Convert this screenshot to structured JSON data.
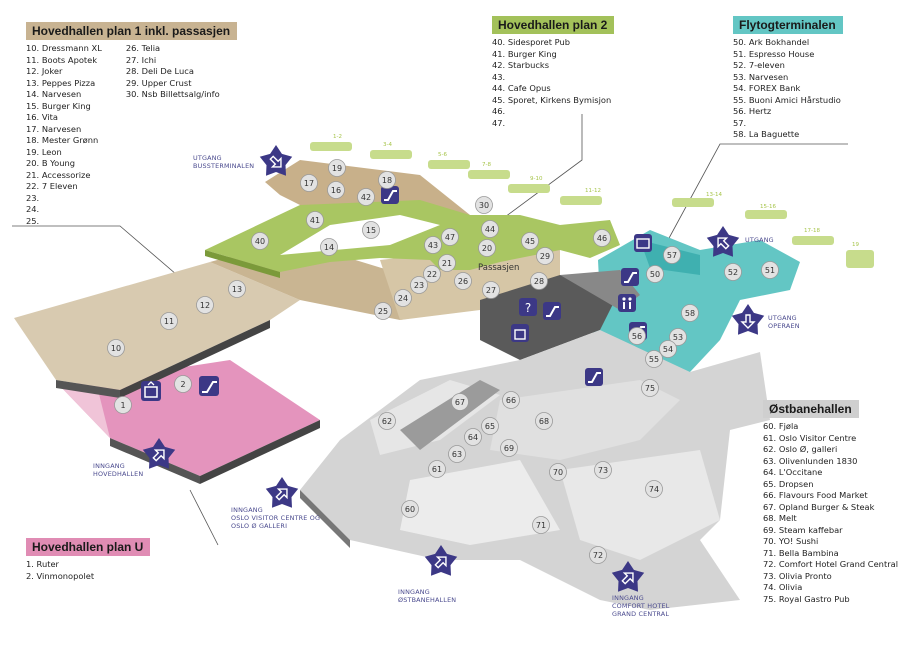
{
  "colors": {
    "plan1": "#c8b392",
    "plan2": "#a3c15a",
    "flytog": "#63c6c4",
    "planU": "#e08cb4",
    "ostbane": "#d0d0d0",
    "entrance": "#3c3886",
    "train": "#c7dc8c"
  },
  "sections": {
    "plan1": {
      "title": "Hovedhallen plan 1 inkl. passasjen",
      "col1": [
        "10. Dressmann XL",
        "11. Boots Apotek",
        "12. Joker",
        "13. Peppes Pizza",
        "14. Narvesen",
        "15. Burger King",
        "16. Vita",
        "17. Narvesen",
        "18. Mester Grønn",
        "19. Leon",
        "20. B Young",
        "21. Accessorize",
        "22. 7 Eleven",
        "23.",
        "24.",
        "25."
      ],
      "col2": [
        "26. Telia",
        "27. Ichi",
        "28. Deli De Luca",
        "29. Upper Crust",
        "30. Nsb Billettsalg/info"
      ]
    },
    "plan2": {
      "title": "Hovedhallen plan 2",
      "items": [
        "40. Sidesporet Pub",
        "41. Burger King",
        "42. Starbucks",
        "43.",
        "44. Cafe Opus",
        "45. Sporet, Kirkens Bymisjon",
        "46.",
        "47."
      ]
    },
    "flytog": {
      "title": "Flytogterminalen",
      "items": [
        "50. Ark Bokhandel",
        "51. Espresso House",
        "52. 7-eleven",
        "53. Narvesen",
        "54. FOREX Bank",
        "55. Buoni Amici Hårstudio",
        "56. Hertz",
        "57.",
        "58. La Baguette"
      ]
    },
    "ostbane": {
      "title": "Østbanehallen",
      "items": [
        "60. Fjøla",
        "61. Oslo Visitor Centre",
        "62. Oslo Ø, galleri",
        "63. Olivenlunden 1830",
        "64. L'Occitane",
        "65. Dropsen",
        "66. Flavours Food Market",
        "67. Opland Burger & Steak",
        "68. Melt",
        "69. Steam kaffebar",
        "70. YO! Sushi",
        "71. Bella Bambina",
        "72. Comfort Hotel Grand Central",
        "73. Olivia Pronto",
        "74. Olivia",
        "75. Royal Gastro Pub"
      ]
    },
    "planU": {
      "title": "Hovedhallen plan U",
      "items": [
        "1. Ruter",
        "2. Vinmonopolet"
      ]
    }
  },
  "map": {
    "passasjen": "Passasjen",
    "entrances": [
      {
        "id": "bussterminalen",
        "lines": [
          "UTGANG",
          "BUSSTERMINALEN"
        ]
      },
      {
        "id": "flytog",
        "lines": [
          "UTGANG"
        ]
      },
      {
        "id": "operaen",
        "lines": [
          "UTGANG",
          "OPERAEN"
        ]
      },
      {
        "id": "hovedhallen",
        "lines": [
          "INNGANG",
          "HOVEDHALLEN"
        ]
      },
      {
        "id": "visitor",
        "lines": [
          "INNGANG",
          "OSLO VISITOR CENTRE OG",
          "OSLO Ø GALLERI"
        ]
      },
      {
        "id": "ostbanehallen",
        "lines": [
          "INNGANG",
          "ØSTBANEHALLEN"
        ]
      },
      {
        "id": "comfort",
        "lines": [
          "INNGANG",
          "COMFORT HOTEL",
          "GRAND CENTRAL"
        ]
      }
    ],
    "trains": [
      "1-2",
      "3-4",
      "5-6",
      "7-8",
      "9-10",
      "11-12",
      "13-14",
      "15-16",
      "17-18",
      "19"
    ],
    "shops": [
      "1",
      "2",
      "10",
      "11",
      "12",
      "13",
      "14",
      "15",
      "16",
      "17",
      "18",
      "19",
      "20",
      "21",
      "22",
      "23",
      "24",
      "25",
      "26",
      "27",
      "28",
      "29",
      "30",
      "40",
      "41",
      "42",
      "43",
      "44",
      "45",
      "46",
      "47",
      "50",
      "51",
      "52",
      "53",
      "54",
      "55",
      "56",
      "57",
      "58",
      "60",
      "61",
      "62",
      "63",
      "64",
      "65",
      "66",
      "67",
      "68",
      "69",
      "70",
      "71",
      "72",
      "73",
      "74",
      "75"
    ]
  }
}
